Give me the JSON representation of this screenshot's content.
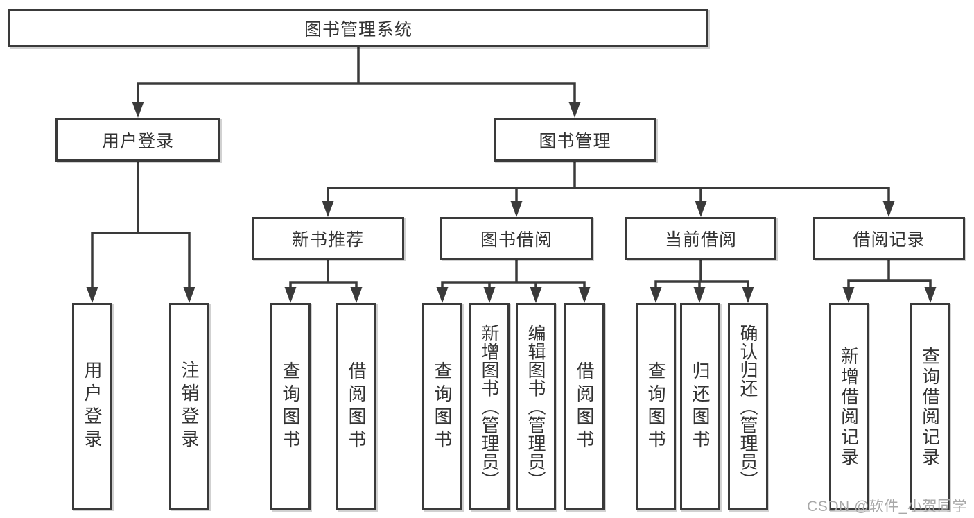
{
  "diagram": {
    "root": {
      "label": "图书管理系统"
    },
    "level2": [
      {
        "label": "用户登录"
      },
      {
        "label": "图书管理"
      }
    ],
    "level3": [
      {
        "label": "新书推荐"
      },
      {
        "label": "图书借阅"
      },
      {
        "label": "当前借阅"
      },
      {
        "label": "借阅记录"
      }
    ],
    "leaves": {
      "login": [
        {
          "label": "用户登录"
        },
        {
          "label": "注销登录"
        }
      ],
      "recommend": [
        {
          "label": "查询图书"
        },
        {
          "label": "借阅图书"
        }
      ],
      "borrow": [
        {
          "label": "查询图书"
        },
        {
          "label": "新增图书（管理员）"
        },
        {
          "label": "编辑图书（管理员）"
        },
        {
          "label": "借阅图书"
        }
      ],
      "current": [
        {
          "label": "查询图书"
        },
        {
          "label": "归还图书"
        },
        {
          "label": "确认归还（管理员）"
        }
      ],
      "records": [
        {
          "label": "新增借阅记录"
        },
        {
          "label": "查询借阅记录"
        }
      ]
    }
  },
  "watermark": {
    "text": "CSDN @软件_小贺同学"
  },
  "colors": {
    "line": "#3a3a3a",
    "box_border": "#3a3a3a",
    "box_background": "#ffffff",
    "text": "#333333",
    "watermark": "#a8a8a8",
    "page_background": "#ffffff"
  }
}
